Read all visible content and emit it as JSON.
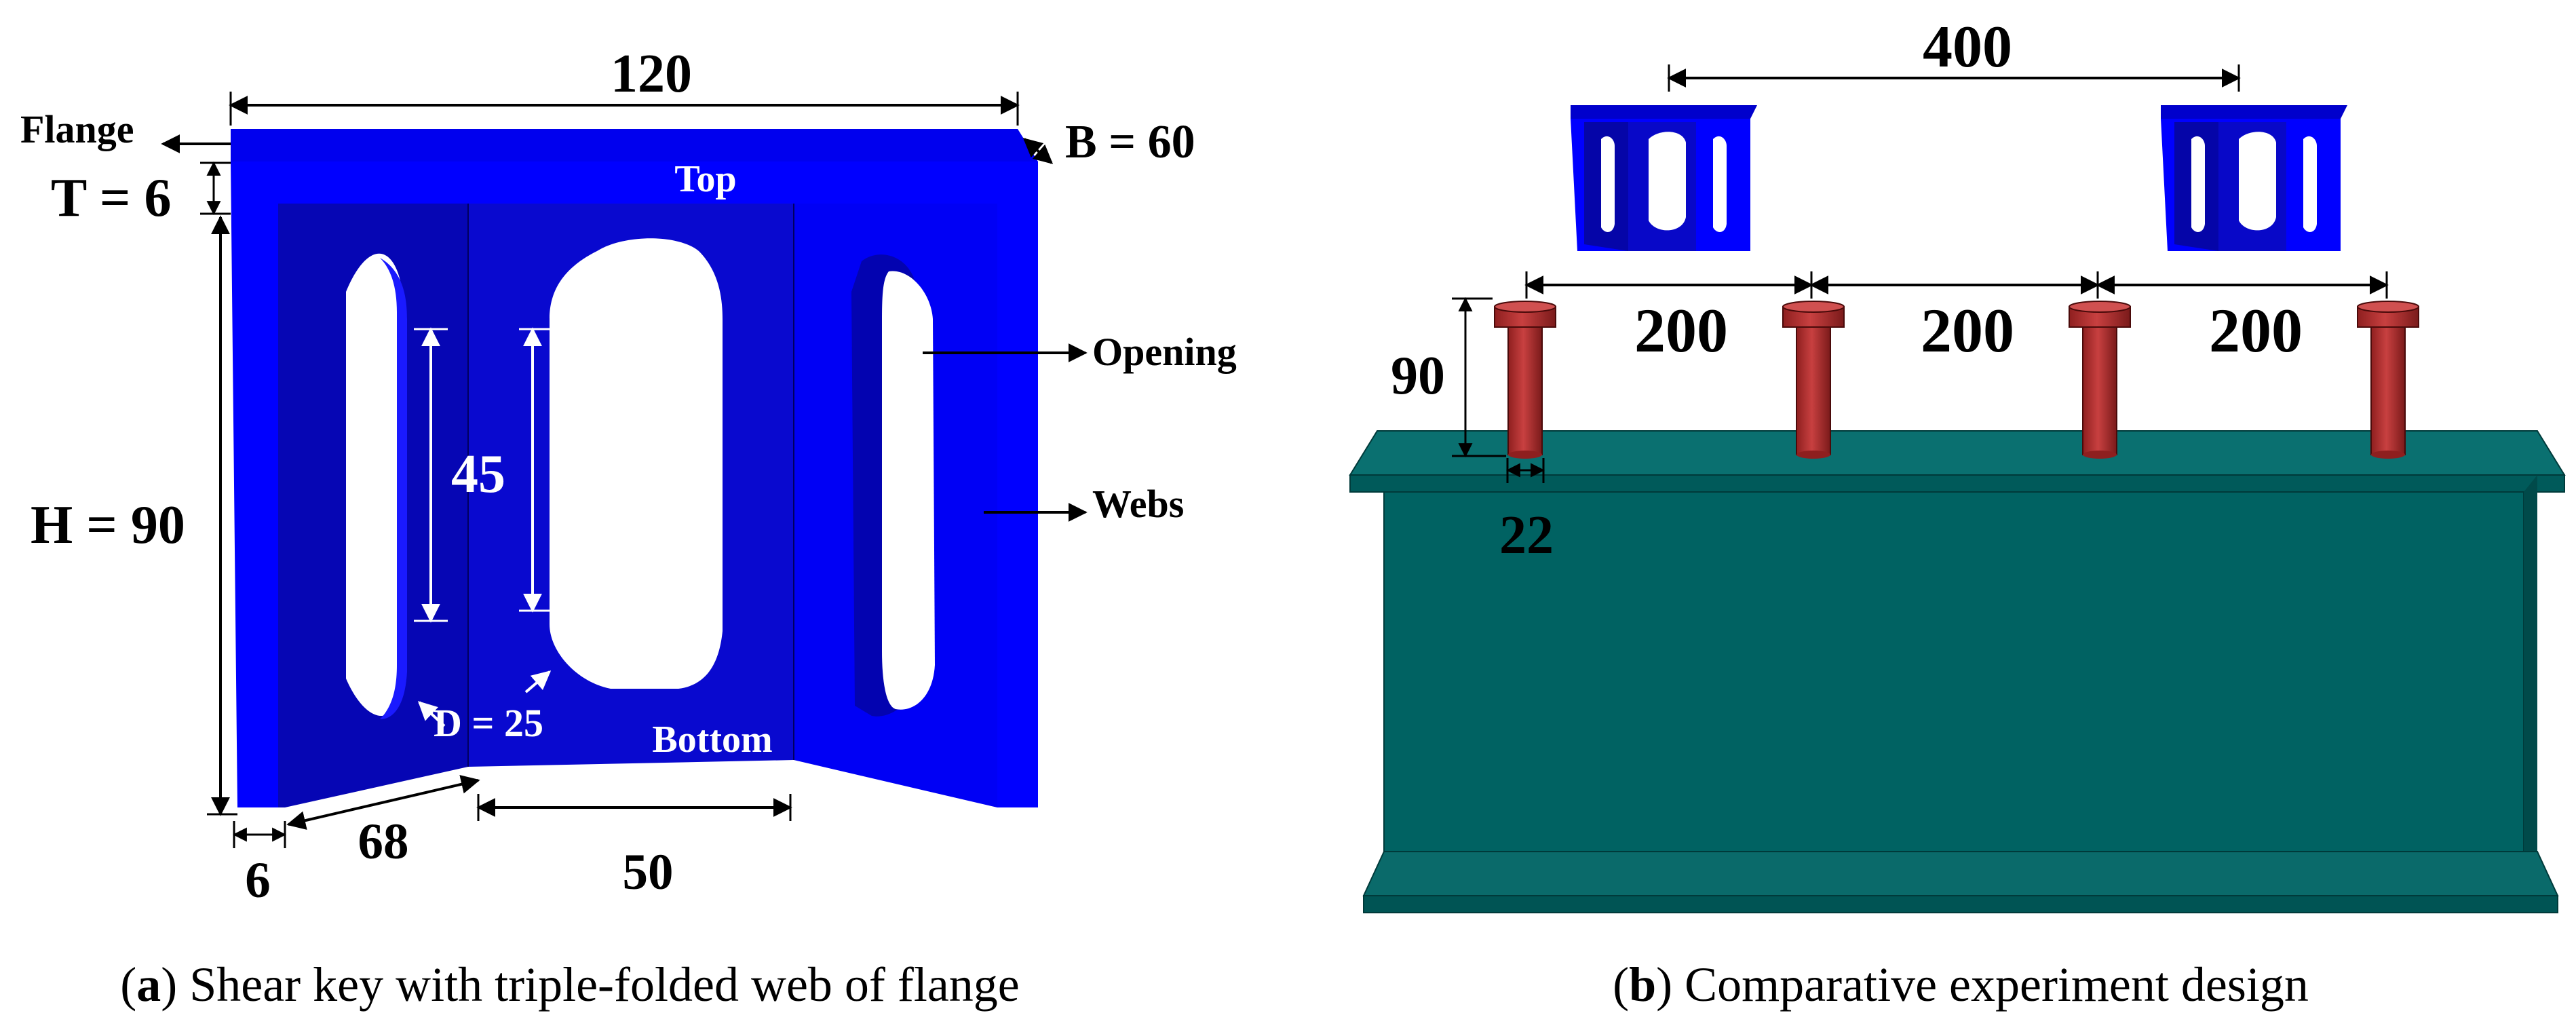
{
  "panel_a": {
    "caption_letter": "a",
    "caption_text": " Shear key with triple-folded web of flange",
    "labels": {
      "flange": "Flange",
      "top": "Top",
      "bottom": "Bottom",
      "opening": "Opening",
      "webs": "Webs"
    },
    "dimensions": {
      "width": "120",
      "breadth": "B = 60",
      "thickness": "T = 6",
      "height": "H = 90",
      "opening_length": "45",
      "opening_diameter": "D = 25",
      "web_thickness": "6",
      "side_web": "68",
      "middle_web": "50"
    },
    "colors": {
      "key_front": "#0000ff",
      "key_dark": "#0707c8",
      "key_mid": "#0a0ae0",
      "opening": "#ffffff"
    }
  },
  "panel_b": {
    "caption_letter": "b",
    "caption_text": " Comparative experiment design",
    "dimensions": {
      "key_spacing": "400",
      "stud_spacing_1": "200",
      "stud_spacing_2": "200",
      "stud_spacing_3": "200",
      "stud_height": "90",
      "stud_diameter": "22"
    },
    "colors": {
      "beam": "#006060",
      "stud": "#b03030",
      "key": "#0000ff"
    }
  }
}
